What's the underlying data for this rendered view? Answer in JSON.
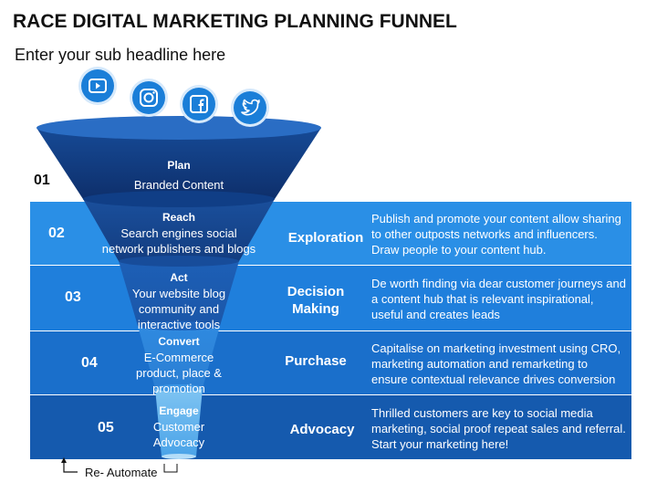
{
  "header": {
    "title": "RACE DIGITAL MARKETING PLANNING FUNNEL",
    "subtitle": "Enter your sub headline here"
  },
  "social_icons": [
    "youtube-icon",
    "instagram-icon",
    "facebook-icon",
    "twitter-icon"
  ],
  "colors": {
    "band_02": "#2a8fe6",
    "band_03": "#1f7fdc",
    "band_04": "#1a6fcb",
    "band_05": "#155aae",
    "funnel_dark": "#0e2f6b",
    "funnel_mid": "#1d5fb6",
    "funnel_light": "#7fc4f2",
    "social_circle": "#1a7ed8"
  },
  "stages": [
    {
      "number": "01",
      "funnel_label": "Plan",
      "funnel_text": "Branded Content",
      "stage_name": "",
      "description": ""
    },
    {
      "number": "02",
      "funnel_label": "Reach",
      "funnel_text": "Search engines social network publishers and blogs",
      "stage_name": "Exploration",
      "description": "Publish and promote your content allow sharing to other outposts networks and influencers. Draw people to your content hub."
    },
    {
      "number": "03",
      "funnel_label": "Act",
      "funnel_text": "Your website blog community and interactive tools",
      "stage_name": "Decision Making",
      "description": "De worth finding via dear customer journeys and a content hub that is relevant inspirational, useful and creates leads"
    },
    {
      "number": "04",
      "funnel_label": "Convert",
      "funnel_text": "E-Commerce product, place & promotion",
      "stage_name": "Purchase",
      "description": "Capitalise on marketing investment using CRO, marketing automation and remarketing to ensure contextual relevance drives conversion"
    },
    {
      "number": "05",
      "funnel_label": "Engage",
      "funnel_text": "Customer Advocacy",
      "stage_name": "Advocacy",
      "description": "Thrilled customers are key to social media marketing, social proof repeat sales and referral. Start your marketing here!"
    }
  ],
  "footer": {
    "reautomate_label": "Re- Automate"
  }
}
